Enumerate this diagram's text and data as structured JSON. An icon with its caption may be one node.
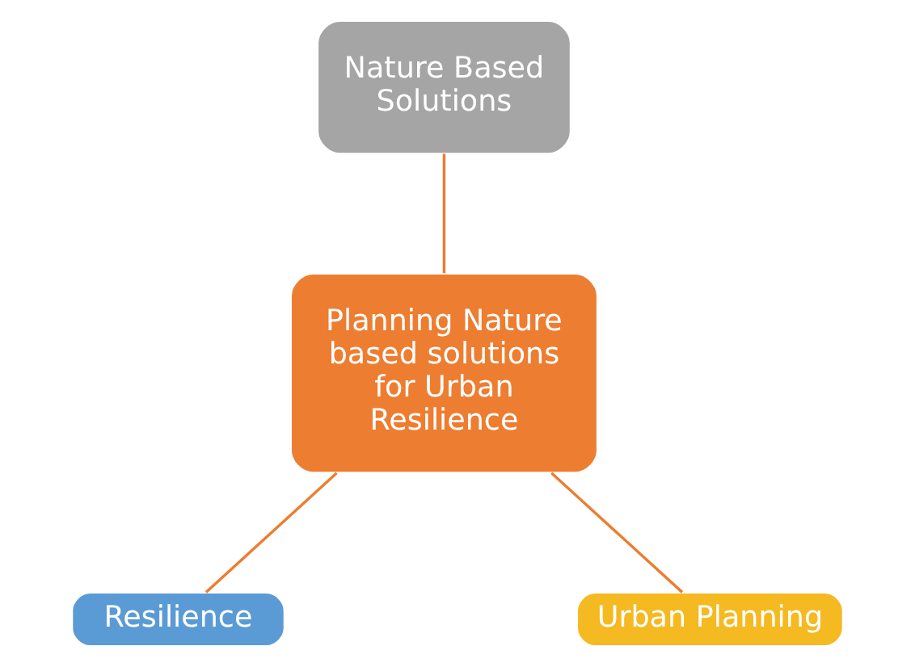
{
  "diagram": {
    "nodes": [
      {
        "text": [
          "Nature Based Solutions"
        ]
      },
      {
        "text": [
          "Planning Nature based solutions for Urban Resilience"
        ]
      },
      {
        "text": [
          "Resilience"
        ]
      },
      {
        "text": [
          "Urban Planning"
        ]
      }
    ],
    "edges": [
      {
        "from": 0,
        "to": 1,
        "arrow": "none"
      },
      {
        "from": 1,
        "to": 2,
        "arrow": "none"
      },
      {
        "from": 1,
        "to": 3,
        "arrow": "none"
      }
    ]
  }
}
